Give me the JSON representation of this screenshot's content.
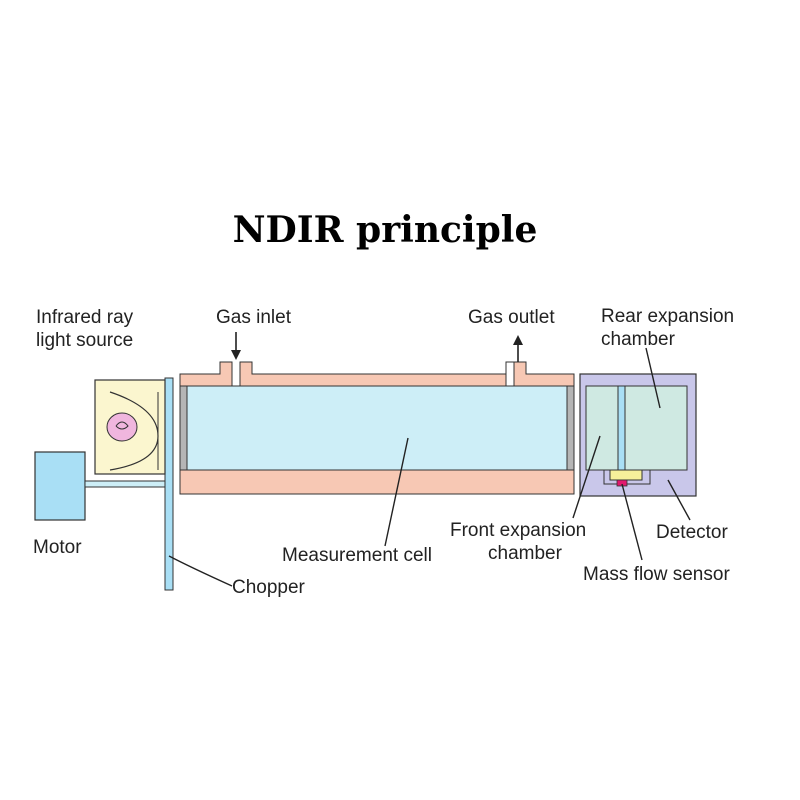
{
  "title": "NDIR principle",
  "labels": {
    "ir_source_1": "Infrared ray",
    "ir_source_2": "light source",
    "gas_inlet": "Gas inlet",
    "gas_outlet": "Gas outlet",
    "rear_chamber_1": "Rear expansion",
    "rear_chamber_2": "chamber",
    "motor": "Motor",
    "chopper": "Chopper",
    "measurement_cell": "Measurement cell",
    "front_chamber_1": "Front expansion",
    "front_chamber_2": "chamber",
    "detector": "Detector",
    "mass_flow_sensor": "Mass flow sensor"
  },
  "colors": {
    "wall": "#f7c8b4",
    "cell_gas": "#cdeef7",
    "motor": "#a9dff5",
    "source_box": "#fbf6cf",
    "lamp": "#f0b6de",
    "detector_chamber": "#cfe9e2",
    "detector_body": "#c9c7ea",
    "sensor": "#f6f09a",
    "sensor_core": "#e2186e",
    "outline": "#333333"
  }
}
